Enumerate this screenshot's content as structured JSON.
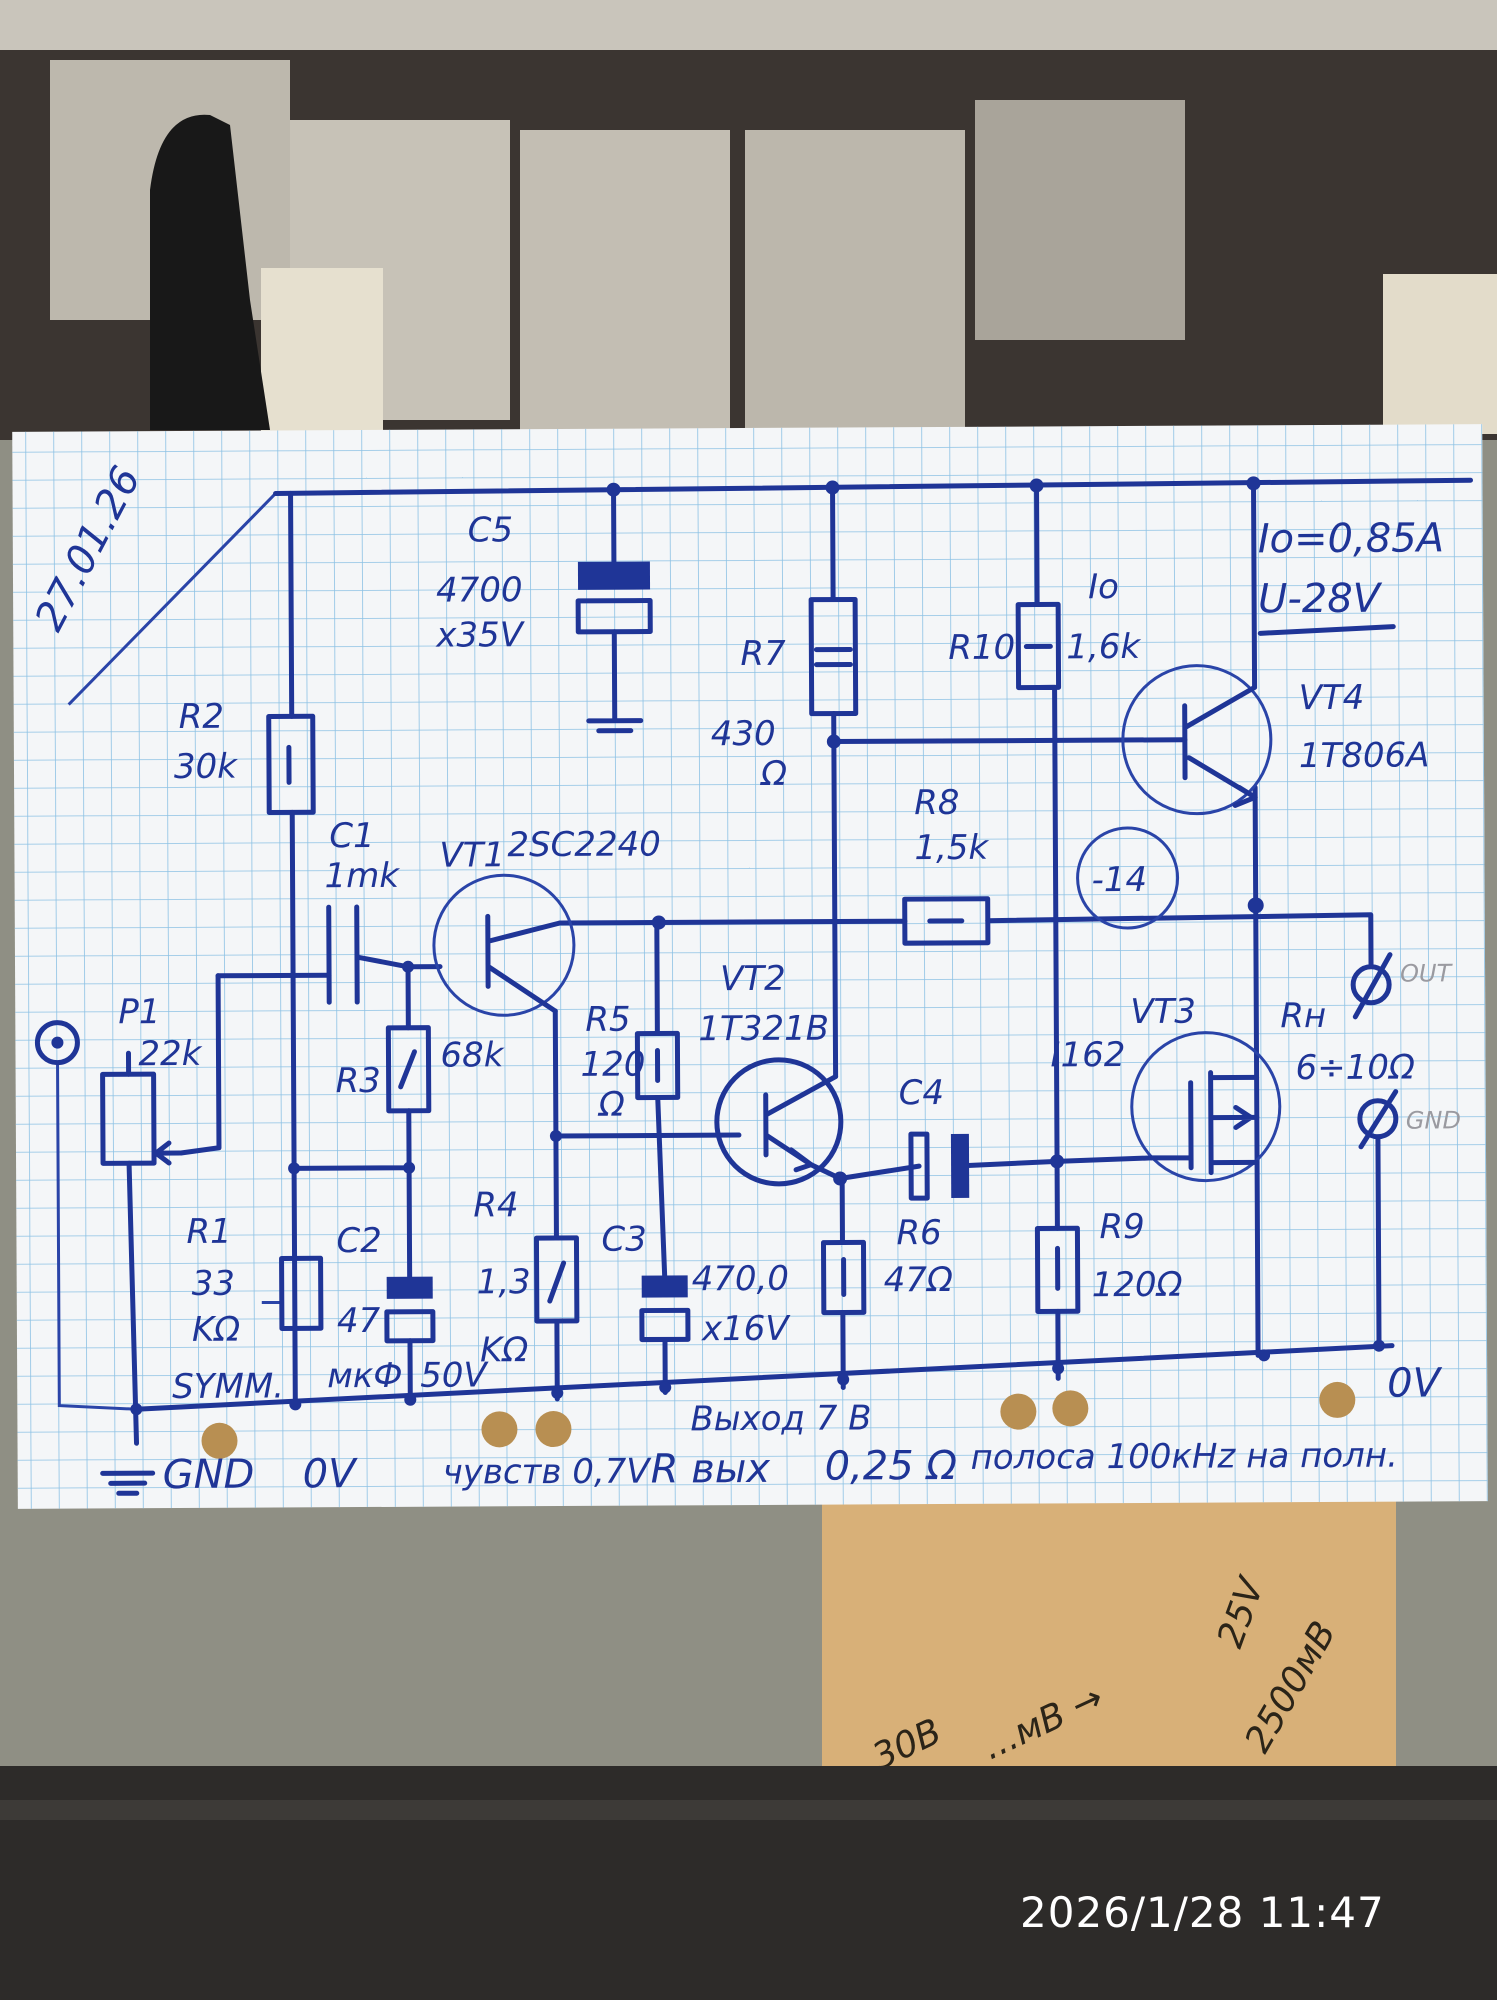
{
  "schematic": {
    "date": "27.01.26",
    "supply": {
      "current": "Io=0,85A",
      "voltage": "U-28V"
    },
    "components": {
      "C5": {
        "label": "C5",
        "value": "4700",
        "rating": "x35V"
      },
      "R2": {
        "label": "R2",
        "value": "30k"
      },
      "C1": {
        "label": "C1",
        "value": "1mk"
      },
      "VT1": {
        "label": "VT1",
        "part": "2SC2240"
      },
      "R7": {
        "label": "R7",
        "value": "430",
        "unit": "Ω"
      },
      "R10": {
        "label": "R10",
        "value": "1,6k",
        "note": "Io"
      },
      "VT4": {
        "label": "VT4",
        "part": "1Т806А"
      },
      "R8": {
        "label": "R8",
        "value": "1,5k"
      },
      "node_voltage": "-14",
      "P1": {
        "label": "P1",
        "value": "22k"
      },
      "R3": {
        "label": "R3",
        "value": "68k"
      },
      "R5": {
        "label": "R5",
        "value": "120",
        "unit": "Ω"
      },
      "VT2": {
        "label": "VT2",
        "part": "1Т321В"
      },
      "C4": {
        "label": "C4"
      },
      "VT3": {
        "label": "VT3",
        "note": "I162"
      },
      "RH": {
        "label": "Rн",
        "value": "6÷10Ω"
      },
      "R1": {
        "label": "R1",
        "value": "33",
        "unit": "KΩ",
        "note": "SYMM."
      },
      "C2": {
        "label": "C2",
        "value": "47",
        "unit": "мкФ",
        "rating": "50V"
      },
      "R4": {
        "label": "R4",
        "value": "1,3",
        "unit": "KΩ"
      },
      "C3": {
        "label": "C3",
        "value": "470,0",
        "rating": "x16V"
      },
      "R6": {
        "label": "R6",
        "value": "47Ω"
      },
      "R9": {
        "label": "R9",
        "value": "120Ω"
      }
    },
    "terminals": {
      "out": "OUT",
      "gnd": "GND",
      "zero": "0V"
    },
    "output_note": "Выход 7 В",
    "footer": {
      "gnd": "GND",
      "gnd_v": "0V",
      "sensitivity": "чувств 0,7V",
      "rout_label": "R вых",
      "rout_value": "0,25 Ω",
      "bandwidth": "полоса 100кHz на полн."
    }
  },
  "cardboard_notes": [
    "30В",
    "...мВ →",
    "25V",
    "2500мВ"
  ],
  "timestamp": "2026/1/28  11:47",
  "colors": {
    "ink": "#1f3597",
    "grid": "#8cc1e4",
    "paper": "#f4f6f8"
  }
}
